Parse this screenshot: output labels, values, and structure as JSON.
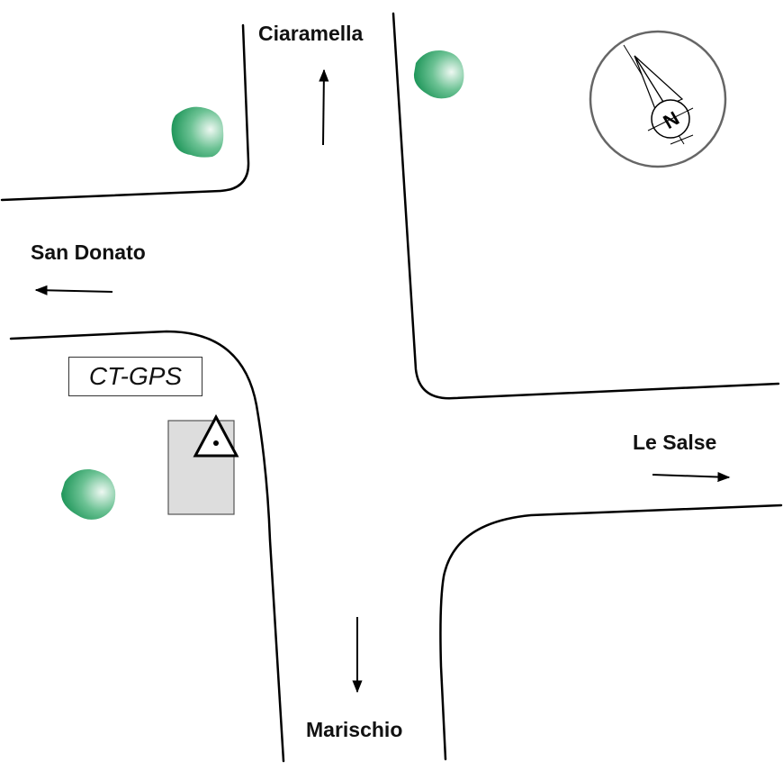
{
  "labels": {
    "north": "Ciaramella",
    "west": "San Donato",
    "east": "Le Salse",
    "south": "Marischio"
  },
  "station": {
    "name": "CT-GPS",
    "marker_icon": "triangle-dot-benchmark-icon",
    "building_icon": "building-icon"
  },
  "compass": {
    "letter": "N",
    "icon": "compass-rose-icon"
  },
  "icons": {
    "tree": "tree-icon",
    "direction_arrow": "arrow-icon"
  },
  "colors": {
    "road": "#000000",
    "building_fill": "#dddddd",
    "building_stroke": "#555555",
    "tree_dark": "#0a8a4a",
    "tree_light": "#e9f5ee",
    "compass_ring": "#666666"
  }
}
